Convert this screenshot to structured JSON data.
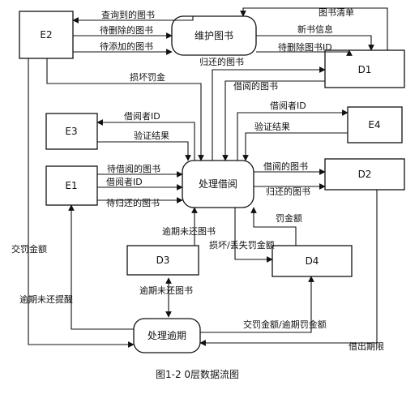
{
  "nodes": {
    "E2": "E2",
    "D1": "D1",
    "E3": "E3",
    "E4": "E4",
    "E1": "E1",
    "D2": "D2",
    "D3": "D3",
    "D4": "D4",
    "maintain": "维护图书",
    "borrow": "处理借阅",
    "overdue": "处理逾期"
  },
  "edges": {
    "queried_books": "查询到的图书",
    "book_list": "图书清单",
    "to_delete_books": "待删除的图书",
    "new_book_info": "新书信息",
    "to_add_books": "待添加的图书",
    "to_delete_book_id": "待删除图书ID",
    "returned_books_top": "归还的图书",
    "damage_fine": "损坏罚金",
    "borrowed_books_top": "借阅的图书",
    "borrower_id_e3": "借阅者ID",
    "verify_result_e3": "验证结果",
    "borrower_id_e4": "借阅者ID",
    "verify_result_e4": "验证结果",
    "to_borrow_books": "待借阅的图书",
    "borrower_id_e1": "借阅者ID",
    "to_return_books": "待归还的图书",
    "borrowed_books_d2": "借阅的图书",
    "returned_books_d2": "归还的图书",
    "overdue_unreturned_top": "逾期未还图书",
    "fine_amount": "罚金额",
    "damage_lost_fine": "损坏/丢失罚金额",
    "pay_fine": "交罚金额",
    "overdue_unreturned_bottom": "逾期未还图书",
    "overdue_reminder": "逾期未还提醒",
    "pay_overdue_fine": "交罚金额/逾期罚金额",
    "due_date": "借出期限"
  },
  "caption": "图1-2  0层数据流图"
}
